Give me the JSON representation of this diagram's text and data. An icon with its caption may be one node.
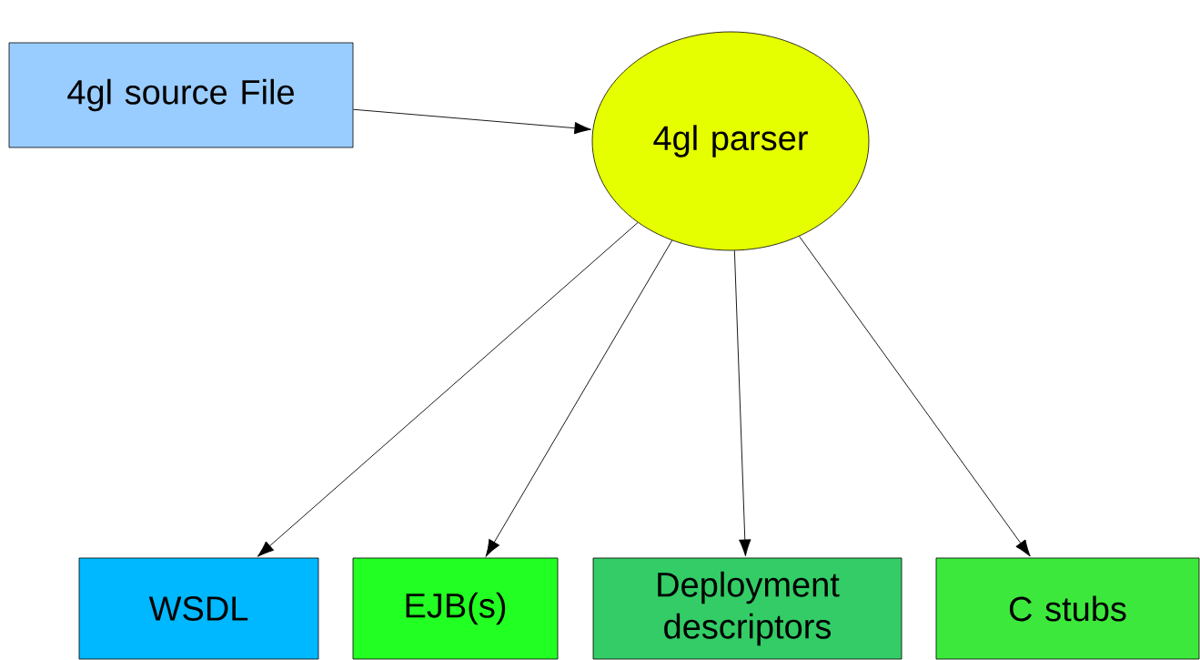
{
  "diagram": {
    "nodes": [
      {
        "text": [
          "4gl source File"
        ]
      },
      {
        "text": [
          "4gl parser"
        ]
      },
      {
        "text": [
          "WSDL"
        ]
      },
      {
        "text": [
          "EJB(s)"
        ]
      },
      {
        "text": [
          "Deployment descriptors"
        ]
      },
      {
        "text": [
          "C stubs"
        ]
      }
    ],
    "edges": [
      {
        "from": 0,
        "to": 1,
        "arrow": "to"
      },
      {
        "from": 1,
        "to": 2,
        "arrow": "to"
      },
      {
        "from": 1,
        "to": 3,
        "arrow": "to"
      },
      {
        "from": 1,
        "to": 4,
        "arrow": "to"
      },
      {
        "from": 1,
        "to": 5,
        "arrow": "to"
      }
    ]
  }
}
